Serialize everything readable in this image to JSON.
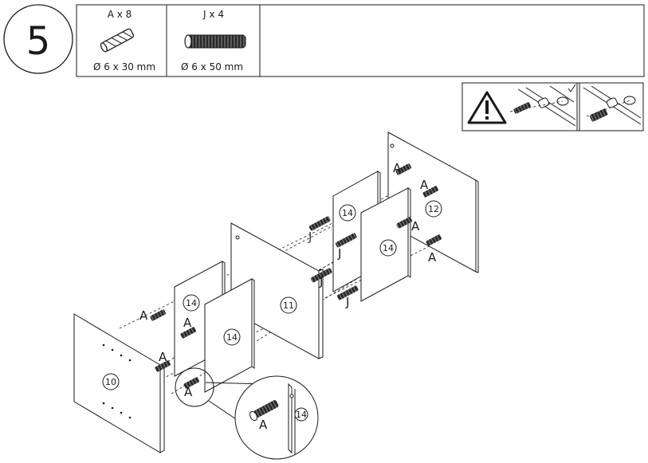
{
  "step_number": "5",
  "parts": [
    {
      "code": "A",
      "qty_label": "A x 8",
      "size_label": "Ø 6 x 30 mm",
      "icon": "short-dowel-icon"
    },
    {
      "code": "J",
      "qty_label": "J x 4",
      "size_label": "Ø 6 x 50 mm",
      "icon": "long-dowel-icon"
    }
  ],
  "warning": {
    "icon": "warning-triangle-icon",
    "check_icon": "checkmark-icon"
  },
  "panels": [
    {
      "id": "10",
      "label": "10"
    },
    {
      "id": "14a",
      "label": "14"
    },
    {
      "id": "14b",
      "label": "14"
    },
    {
      "id": "11",
      "label": "11"
    },
    {
      "id": "14c",
      "label": "14"
    },
    {
      "id": "14d",
      "label": "14"
    },
    {
      "id": "12",
      "label": "12"
    }
  ],
  "dowel_labels": {
    "A": "A",
    "J": "J"
  },
  "detail": {
    "panel_label": "14",
    "dowel_label": "A"
  }
}
